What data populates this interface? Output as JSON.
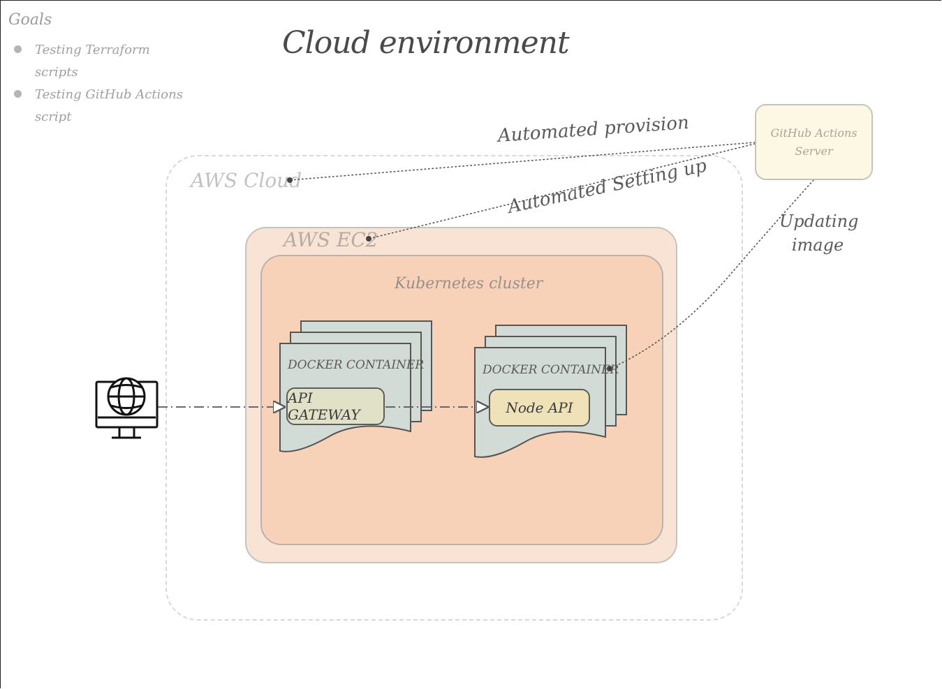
{
  "goals": {
    "title": "Goals",
    "items": [
      "Testing Terraform scripts",
      "Testing GitHub Actions script"
    ]
  },
  "title": "Cloud environment",
  "zones": {
    "aws_cloud": "AWS Cloud",
    "aws_ec2": "AWS EC2",
    "kubernetes": "Kubernetes cluster"
  },
  "containers": {
    "gateway_container": "DOCKER CONTAINER",
    "api_gateway": "API GATEWAY",
    "node_container": "DOCKER CONTAINER",
    "node_api": "Node API"
  },
  "github": {
    "line1": "GitHub Actions",
    "line2": "Server"
  },
  "edges": {
    "provision": "Automated provision",
    "setting_up": "Automated Setting up",
    "updating": "Updating image"
  },
  "icons": {
    "client": "globe-monitor-icon"
  },
  "colors": {
    "ec2_fill": "#f9e3d4",
    "kubernetes_fill": "#f8d2b8",
    "container_fill": "#d2dbd6",
    "api_gateway_fill": "#e1e1c7",
    "node_api_fill": "#f0e2b8",
    "github_fill": "#fdf8e4"
  }
}
